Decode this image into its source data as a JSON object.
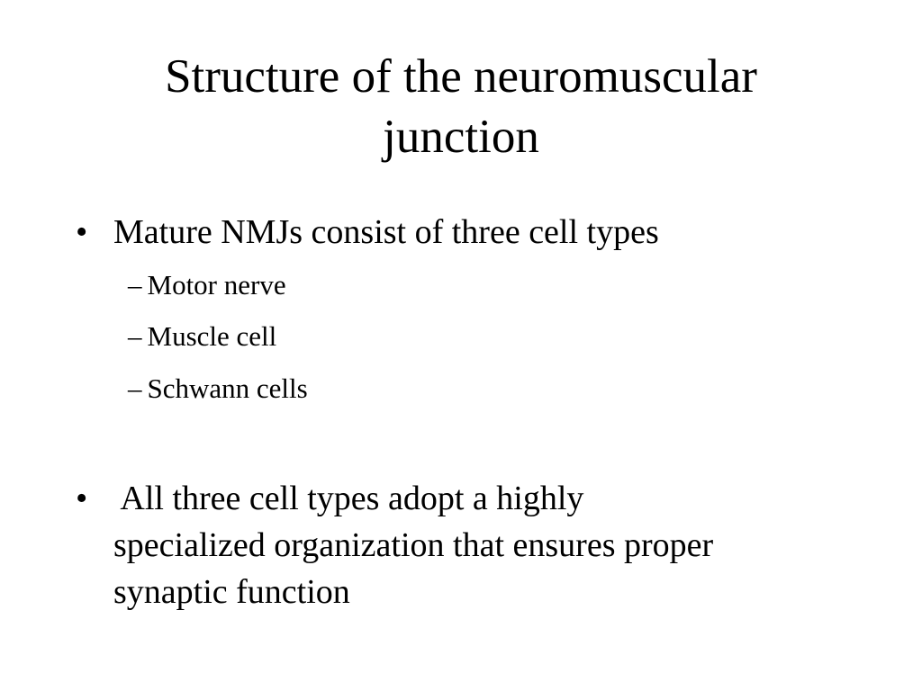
{
  "slide": {
    "title_lines": [
      "Structure of the neuromuscular",
      "junction"
    ],
    "bullets": [
      {
        "marker": "•",
        "lines": [
          "Mature NMJs consist of three cell types"
        ],
        "sub_marker": "–",
        "sub_items": [
          "Motor nerve",
          "Muscle cell",
          "Schwann cells"
        ]
      },
      {
        "marker": "•",
        "lines": [
          " All three cell types adopt a highly",
          "specialized organization that ensures proper",
          "synaptic function"
        ]
      }
    ]
  }
}
